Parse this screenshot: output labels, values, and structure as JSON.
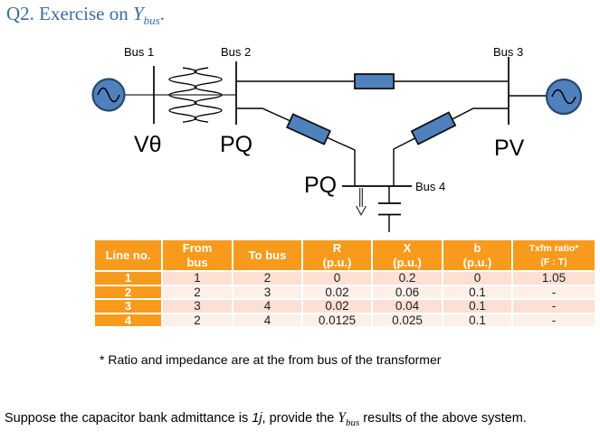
{
  "title": {
    "prefix": "Q2. Exercise on ",
    "var": "Y",
    "var_sub": "bus",
    "suffix": "."
  },
  "diagram": {
    "bus1": {
      "label": "Bus 1",
      "type": "Vθ"
    },
    "bus2": {
      "label": "Bus 2",
      "type": "PQ"
    },
    "bus3": {
      "label": "Bus 3",
      "type": "PV"
    },
    "bus4": {
      "label": "Bus 4",
      "type": "PQ"
    },
    "colors": {
      "device_fill": "#4F81BD",
      "device_stroke": "#27496D",
      "impedance_stroke": "#111111",
      "wire": "#000000"
    }
  },
  "table": {
    "accent": "#F89B1C",
    "band_dark": "#FBE0D3",
    "band_light": "#FDF0E9",
    "headers": [
      [
        "Line no.",
        ""
      ],
      [
        "From",
        "bus"
      ],
      [
        "To bus",
        ""
      ],
      [
        "R",
        "(p.u.)"
      ],
      [
        "X",
        "(p.u.)"
      ],
      [
        "b",
        "(p.u.)"
      ],
      [
        "Txfm ratio*",
        "(F : T)"
      ]
    ],
    "rows": [
      [
        "1",
        "1",
        "2",
        "0",
        "0.2",
        "0",
        "1.05"
      ],
      [
        "2",
        "2",
        "3",
        "0.02",
        "0.06",
        "0.1",
        "-"
      ],
      [
        "3",
        "3",
        "4",
        "0.02",
        "0.04",
        "0.1",
        "-"
      ],
      [
        "4",
        "2",
        "4",
        "0.0125",
        "0.025",
        "0.1",
        "-"
      ]
    ]
  },
  "footnote": "* Ratio and impedance are at the from bus of the transformer",
  "question": {
    "part1": "Suppose the capacitor bank admittance is ",
    "math1": "1j",
    "part2": ", provide the ",
    "var": "Y",
    "var_sub": "bus",
    "part3": " results of the above system."
  }
}
